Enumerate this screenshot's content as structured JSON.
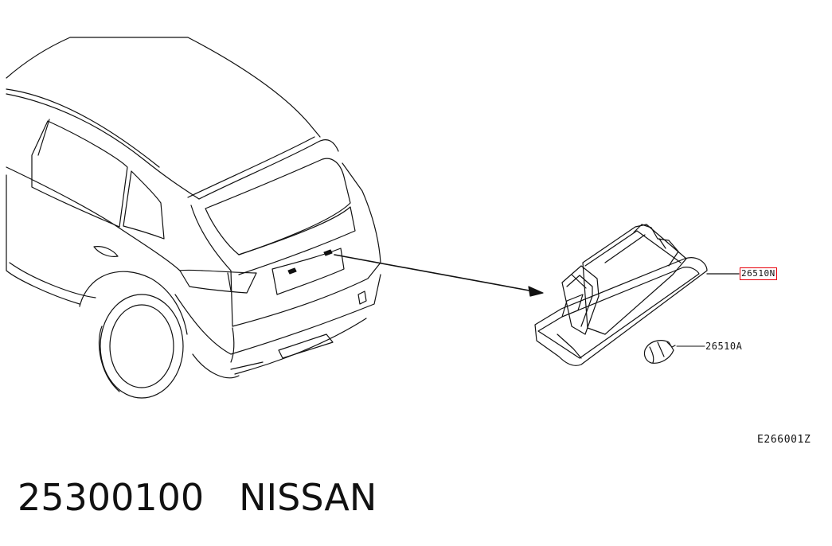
{
  "diagram": {
    "callouts": {
      "lamp_part": "26510N",
      "bulb_part": "26510A"
    },
    "reference_code": "E266001Z"
  },
  "caption": {
    "part_number": "25300100",
    "brand": "NISSAN"
  },
  "colors": {
    "line": "#111111",
    "highlight_box": "#e8000b"
  }
}
